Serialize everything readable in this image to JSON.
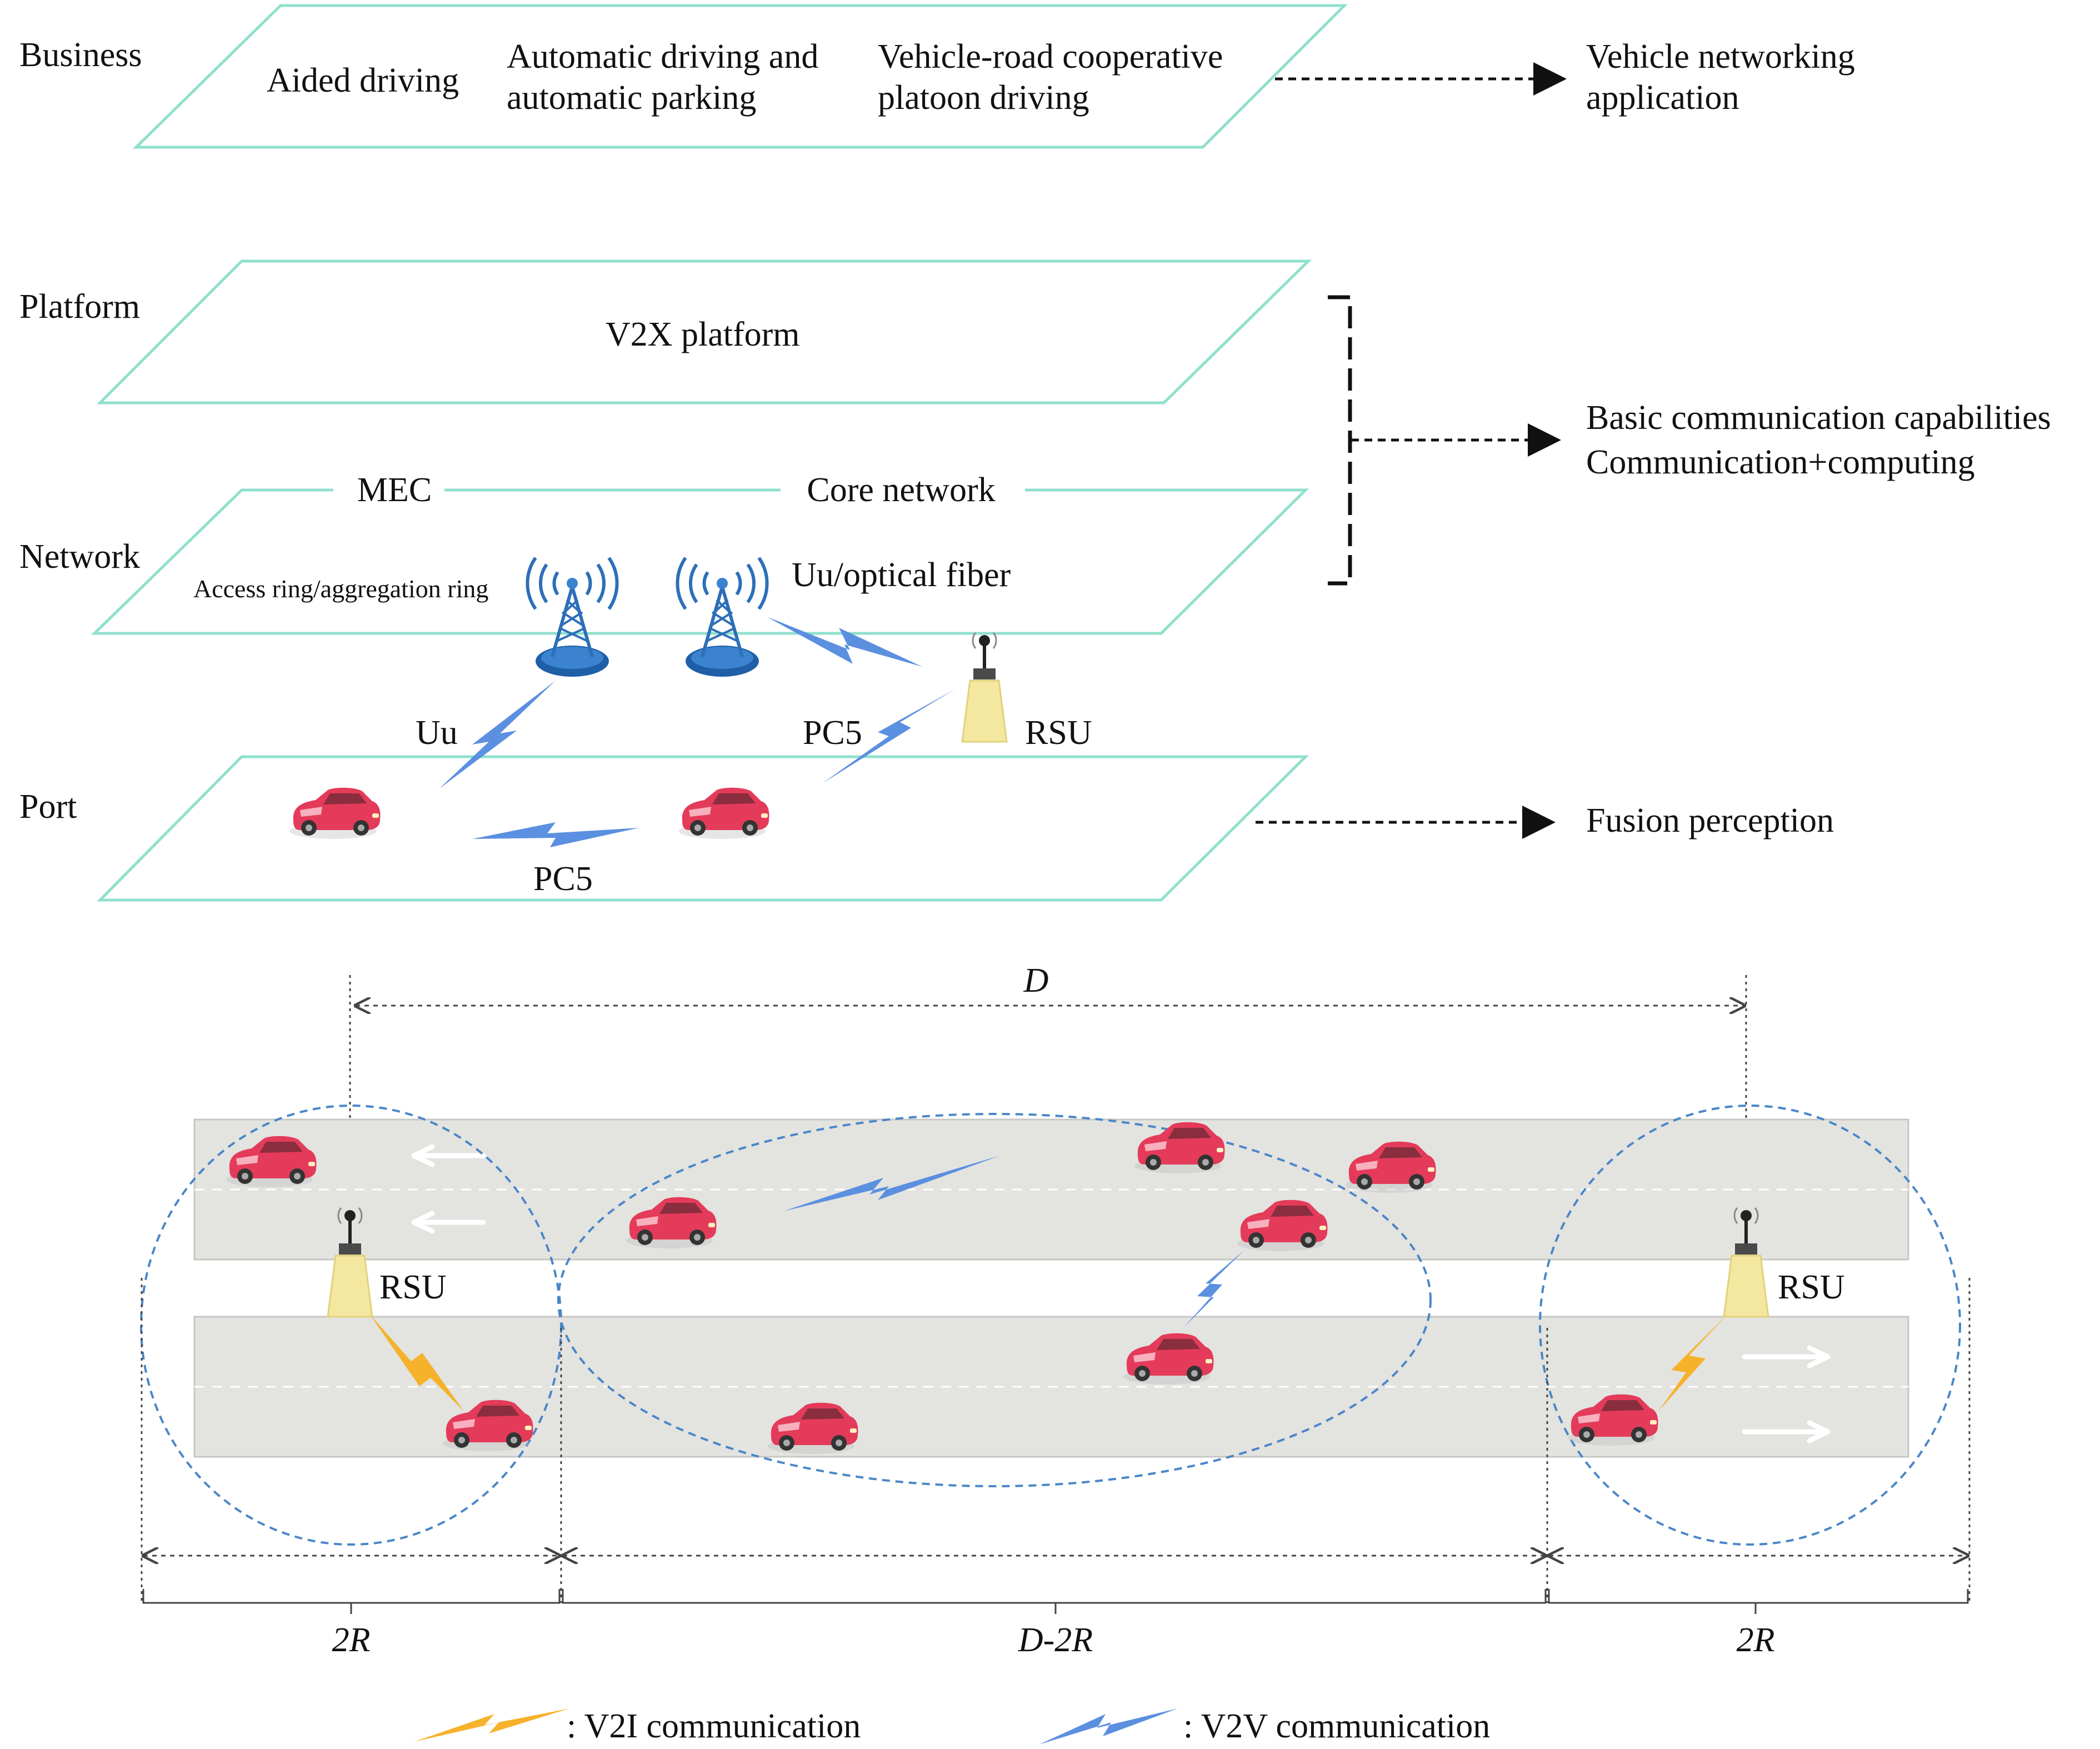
{
  "layers": {
    "business": "Business",
    "platform": "Platform",
    "network": "Network",
    "port": "Port"
  },
  "business_items": [
    "Aided driving",
    "Automatic driving and automatic parking",
    "Vehicle-road cooperative platoon driving"
  ],
  "platform_item": "V2X platform",
  "network": {
    "mec": "MEC",
    "core": "Core network",
    "access": "Access ring/aggregation ring",
    "uu_fiber": "Uu/optical fiber"
  },
  "links": {
    "uu": "Uu",
    "pc5_rsu": "PC5",
    "pc5_cars": "PC5",
    "rsu": "RSU"
  },
  "outputs": {
    "application": "Vehicle networking application",
    "capabilities_line1": "Basic communication capabilities",
    "capabilities_line2": "Communication+computing",
    "fusion": "Fusion perception"
  },
  "road": {
    "distance_label": "D",
    "rsu_left": "RSU",
    "rsu_right": "RSU",
    "seg_left": "2R",
    "seg_mid": "D-2R",
    "seg_right": "2R"
  },
  "legend": {
    "v2i": ": V2I communication",
    "v2v": ": V2V communication"
  },
  "colors": {
    "layer_border": "#8fe0cc",
    "v2v_bolt": "#5b8fe0",
    "v2i_bolt": "#f6b22b",
    "car": "#e43b5a",
    "road": "#e3e3e0",
    "coverage": "#4a86c8",
    "tower": "#2d6fb8",
    "rsu": "#f4e7a0"
  }
}
